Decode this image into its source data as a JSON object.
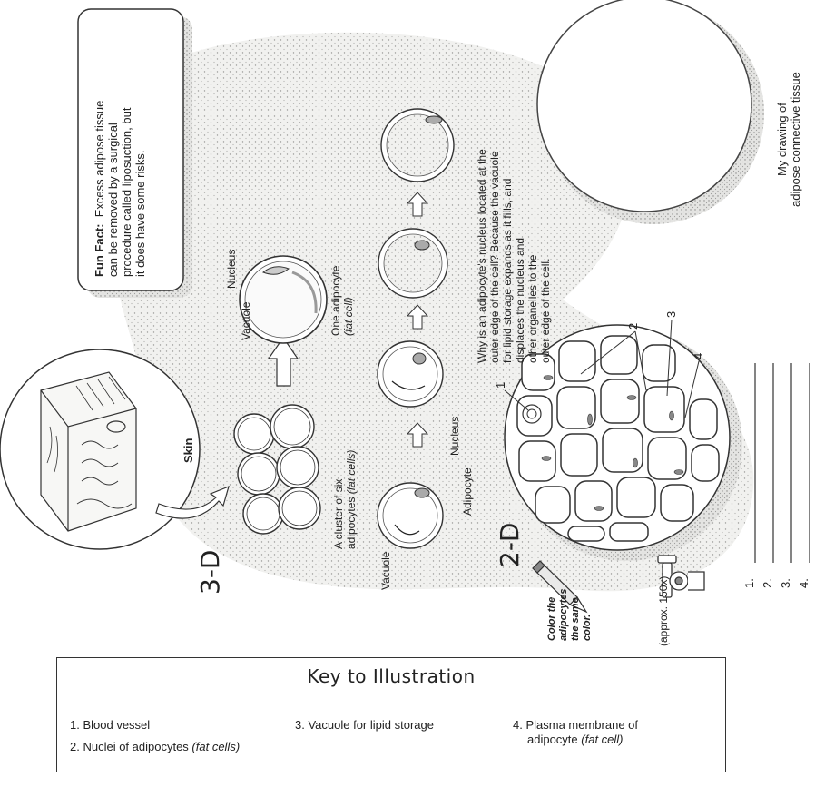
{
  "fun_fact": {
    "heading": "Fun Fact:",
    "lines": [
      "Excess adipose tissue",
      "can be removed by a surgical",
      "procedure called liposuction, but",
      "it does have some risks."
    ]
  },
  "labels": {
    "skin": "Skin",
    "three_d": "3-D",
    "two_d": "2-D",
    "nucleus_top": "Nucleus",
    "vacuole_top": "Vacuole",
    "one_adipocyte": "One adipocyte",
    "fat_cell": "(fat cell)",
    "cluster_line1": "A cluster of six",
    "cluster_line2": "adipocytes",
    "fat_cells": "(fat cells)",
    "vacuole_bottom": "Vacuole",
    "nucleus_bottom": "Nucleus",
    "adipocyte": "Adipocyte",
    "num1": "1",
    "num2": "2",
    "num3": "3",
    "num4": "4",
    "magnification": "(approx. 150x)",
    "color_hint": [
      "Color the",
      "adipocytes",
      "the same",
      "color."
    ]
  },
  "why_text": [
    "Why is an adipocyte's nucleus located at the",
    "outer edge of the cell? Because the vacuole",
    "for lipid storage expands as it fills, and",
    "displaces the nucleus and",
    "other organelles to the",
    "outer edge of the cell."
  ],
  "drawing_label": [
    "My drawing of",
    "adipose connective tissue"
  ],
  "answer_numbers": [
    "1.",
    "2.",
    "3.",
    "4."
  ],
  "key": {
    "title": "Key to Illustration",
    "item1": "1. Blood vessel",
    "item2_text": "2. Nuclei of adipocytes",
    "item2_italic": "(fat cells)",
    "item3": "3. Vacuole for lipid storage",
    "item4_line1": "4. Plasma membrane of",
    "item4_text": "adipocyte",
    "item4_italic": "(fat cell)"
  }
}
